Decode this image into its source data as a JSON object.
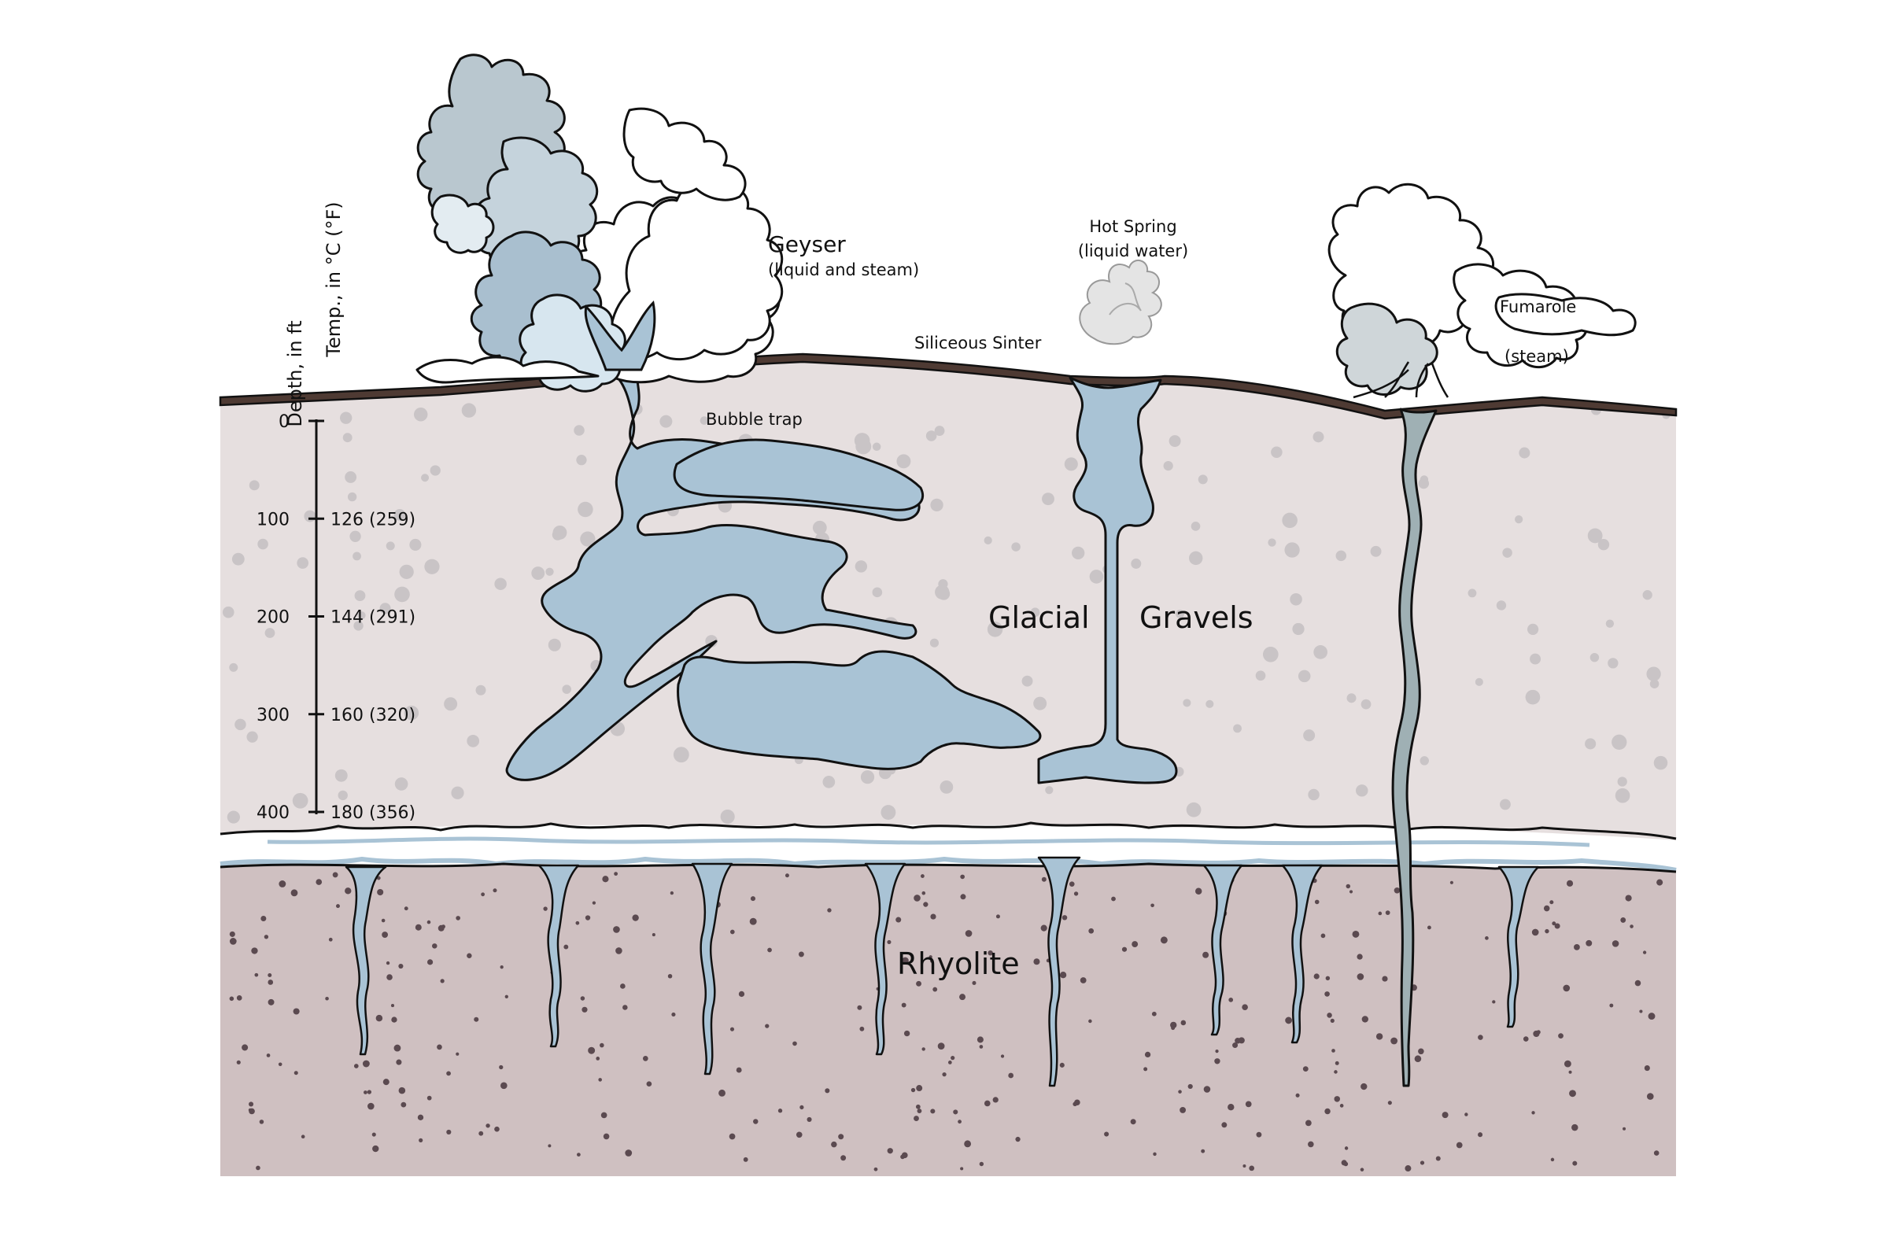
{
  "labels": {
    "geyser_title": "Geyser",
    "geyser_sub": "(liquid and steam)",
    "hot_spring_title": "Hot Spring",
    "hot_spring_sub": "(liquid water)",
    "fumarole_title": "Fumarole",
    "fumarole_sub": "(steam)",
    "siliceous_sinter": "Siliceous Sinter",
    "bubble_trap": "Bubble trap",
    "glacial": "Glacial",
    "gravels": "Gravels",
    "rhyolite": "Rhyolite"
  },
  "axis": {
    "depth_title": "Depth, in ft",
    "temp_title": "Temp., in °C (°F)",
    "ticks": [
      {
        "depth": "0",
        "temp": ""
      },
      {
        "depth": "100",
        "temp": "126 (259)"
      },
      {
        "depth": "200",
        "temp": "144 (291)"
      },
      {
        "depth": "300",
        "temp": "160 (320)"
      },
      {
        "depth": "400",
        "temp": "180 (356)"
      }
    ]
  },
  "colors": {
    "gravel": "#e6dfdf",
    "gravel_dot": "#c9c4c6",
    "rhyolite": "#cfc0c1",
    "rhyolite_dot": "#5b4a50",
    "sinter": "#4e3a33",
    "water": "#a9c3d5",
    "water_light": "#d7e6ef",
    "steam_grey": "#aab4b9",
    "outline": "#111111"
  }
}
